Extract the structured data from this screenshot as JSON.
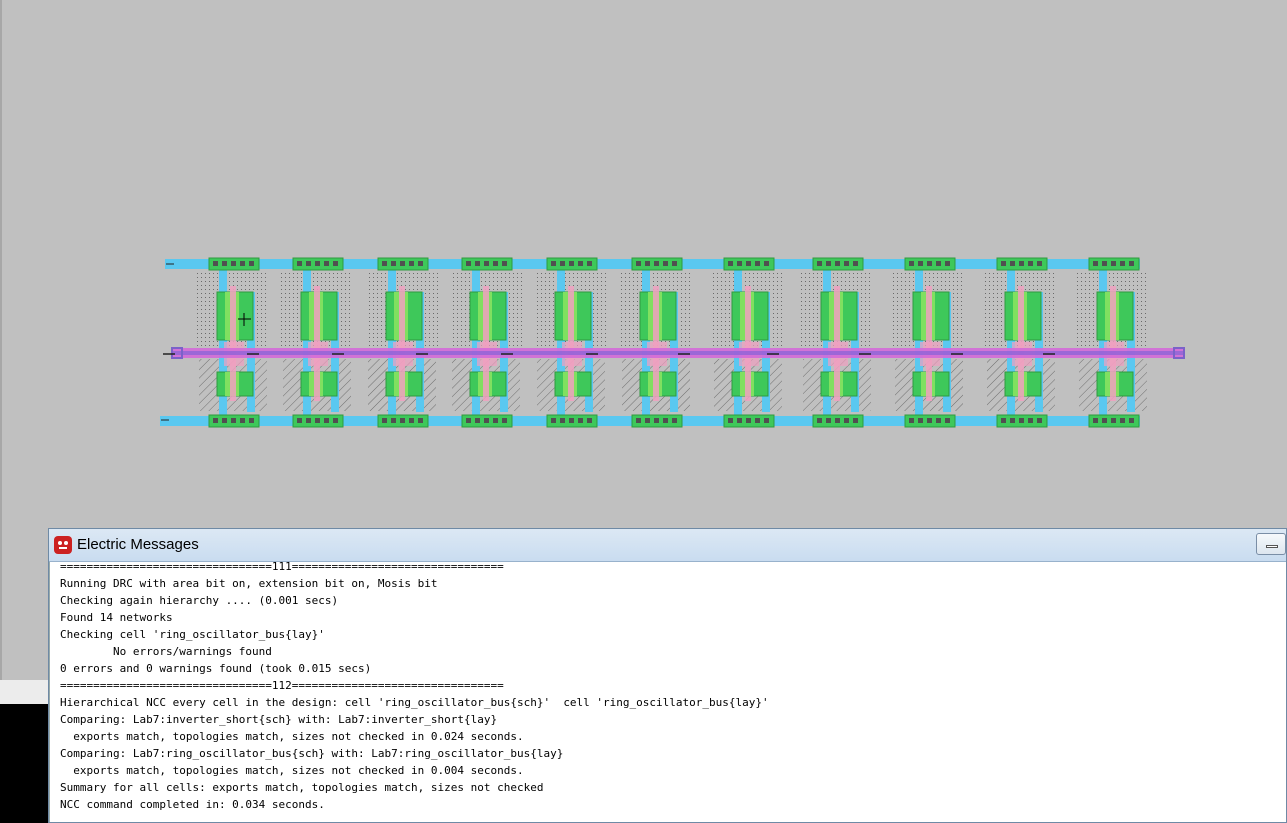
{
  "layout": {
    "cell": "ring_oscillator_bus{lay}",
    "inverter_count": 11,
    "colors": {
      "background": "#c0c0c0",
      "metal1": "#5ac8f0",
      "metal2": "#d36ad8",
      "poly": "#f0a0c0",
      "active": "#3ec85a",
      "contact": "#505050",
      "select": "#80e060"
    }
  },
  "messages": {
    "title": "Electric Messages",
    "lines": [
      "================================111================================",
      "Running DRC with area bit on, extension bit on, Mosis bit",
      "Checking again hierarchy .... (0.001 secs)",
      "Found 14 networks",
      "Checking cell 'ring_oscillator_bus{lay}'",
      "        No errors/warnings found",
      "0 errors and 0 warnings found (took 0.015 secs)",
      "================================112================================",
      "Hierarchical NCC every cell in the design: cell 'ring_oscillator_bus{sch}'  cell 'ring_oscillator_bus{lay}'",
      "Comparing: Lab7:inverter_short{sch} with: Lab7:inverter_short{lay}",
      "  exports match, topologies match, sizes not checked in 0.024 seconds.",
      "Comparing: Lab7:ring_oscillator_bus{sch} with: Lab7:ring_oscillator_bus{lay}",
      "  exports match, topologies match, sizes not checked in 0.004 seconds.",
      "Summary for all cells: exports match, topologies match, sizes not checked",
      "NCC command completed in: 0.034 seconds."
    ]
  }
}
